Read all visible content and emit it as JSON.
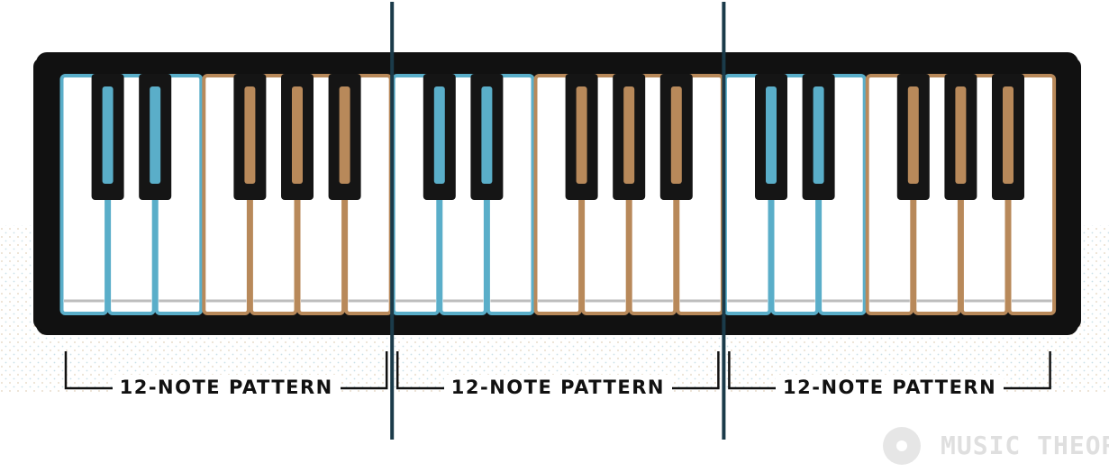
{
  "diagram": {
    "label_text": "12-NOTE PATTERN",
    "patterns": [
      {
        "label": "12-NOTE PATTERN",
        "scheme": "blue-brown"
      },
      {
        "label": "12-NOTE PATTERN",
        "scheme": "blue-brown"
      },
      {
        "label": "12-NOTE PATTERN",
        "scheme": "blue-brown"
      }
    ],
    "white_keys_per_pattern": 7,
    "black_keys_per_pattern": 5,
    "colors": {
      "frame": "#111111",
      "white_key": "#ffffff",
      "black_key": "#151515",
      "blue_accent": "#5aaec9",
      "brown_accent": "#b8895a",
      "divider": "#1b3b4a",
      "key_shadow": "#bdbdbd",
      "stipple_blue": "#9fc7d6",
      "stipple_brown": "#d4b48c"
    }
  },
  "watermark": {
    "text": "MUSIC THEORY",
    "icon": "vinyl-record-logo-icon"
  }
}
